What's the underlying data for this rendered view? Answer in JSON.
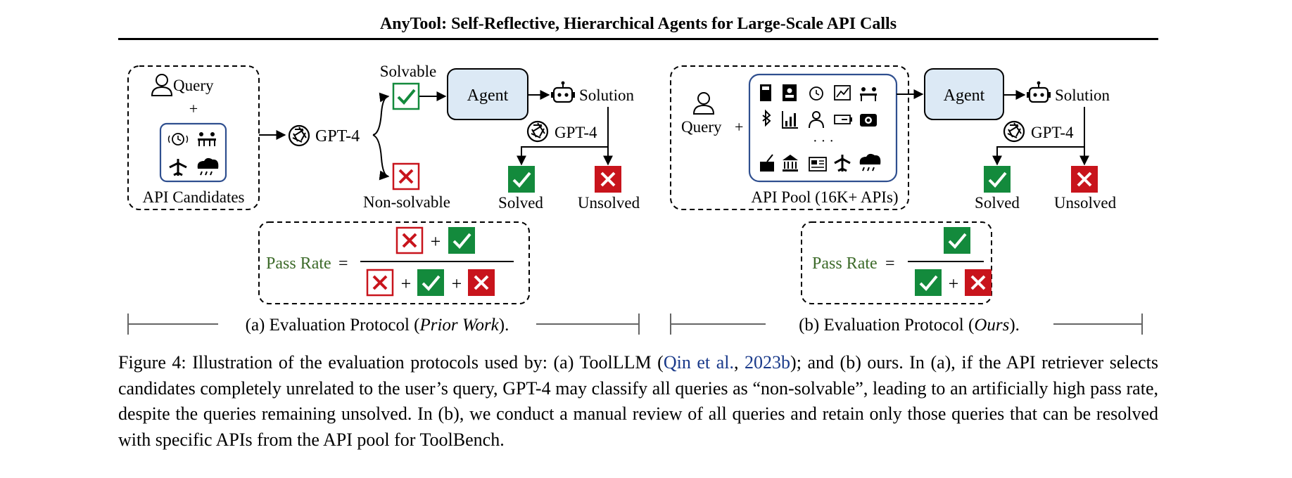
{
  "header": {
    "title": "AnyTool: Self-Reflective, Hierarchical Agents for Large-Scale API Calls"
  },
  "panel_a": {
    "query": "Query",
    "plus": "+",
    "candidates_label": "API Candidates",
    "gpt4": "GPT-4",
    "solvable": "Solvable",
    "non_solvable": "Non-solvable",
    "agent": "Agent",
    "solution": "Solution",
    "gpt4_check": "GPT-4",
    "solved": "Solved",
    "unsolved": "Unsolved",
    "pass_rate": "Pass Rate",
    "equals": "=",
    "protocol_prefix": "(a) Evaluation Protocol (",
    "protocol_em": "Prior Work",
    "protocol_suffix": ")."
  },
  "panel_b": {
    "query": "Query",
    "plus": "+",
    "pool_label": "API Pool (16K+ APIs)",
    "ellipsis": "· · ·",
    "agent": "Agent",
    "solution": "Solution",
    "gpt4_check": "GPT-4",
    "solved": "Solved",
    "unsolved": "Unsolved",
    "pass_rate": "Pass Rate",
    "equals": "=",
    "protocol_prefix": "(b) Evaluation Protocol (",
    "protocol_em": "Ours",
    "protocol_suffix": ")."
  },
  "caption": {
    "part1": "Figure 4: Illustration of the evaluation protocols used by: (a) ToolLLM (",
    "cite_author": "Qin et al.",
    "cite_sep": ", ",
    "cite_year": "2023b",
    "part2": "); and (b) ours. In (a), if the API retriever selects candidates completely unrelated to the user’s query, GPT-4 may classify all queries as “non-solvable”, leading to an artificially high pass rate, despite the queries remaining unsolved. In (b), we conduct a manual review of all queries and retain only those queries that can be resolved with specific APIs from the API pool for ToolBench."
  },
  "colors": {
    "agent_fill": "#dce9f5",
    "pool_border": "#2f4f8f",
    "solved_green": "#138a3c",
    "unsolved_red": "#c8141c",
    "pass_rate_green": "#3d6b2a",
    "cite_blue": "#1a3a8a"
  }
}
